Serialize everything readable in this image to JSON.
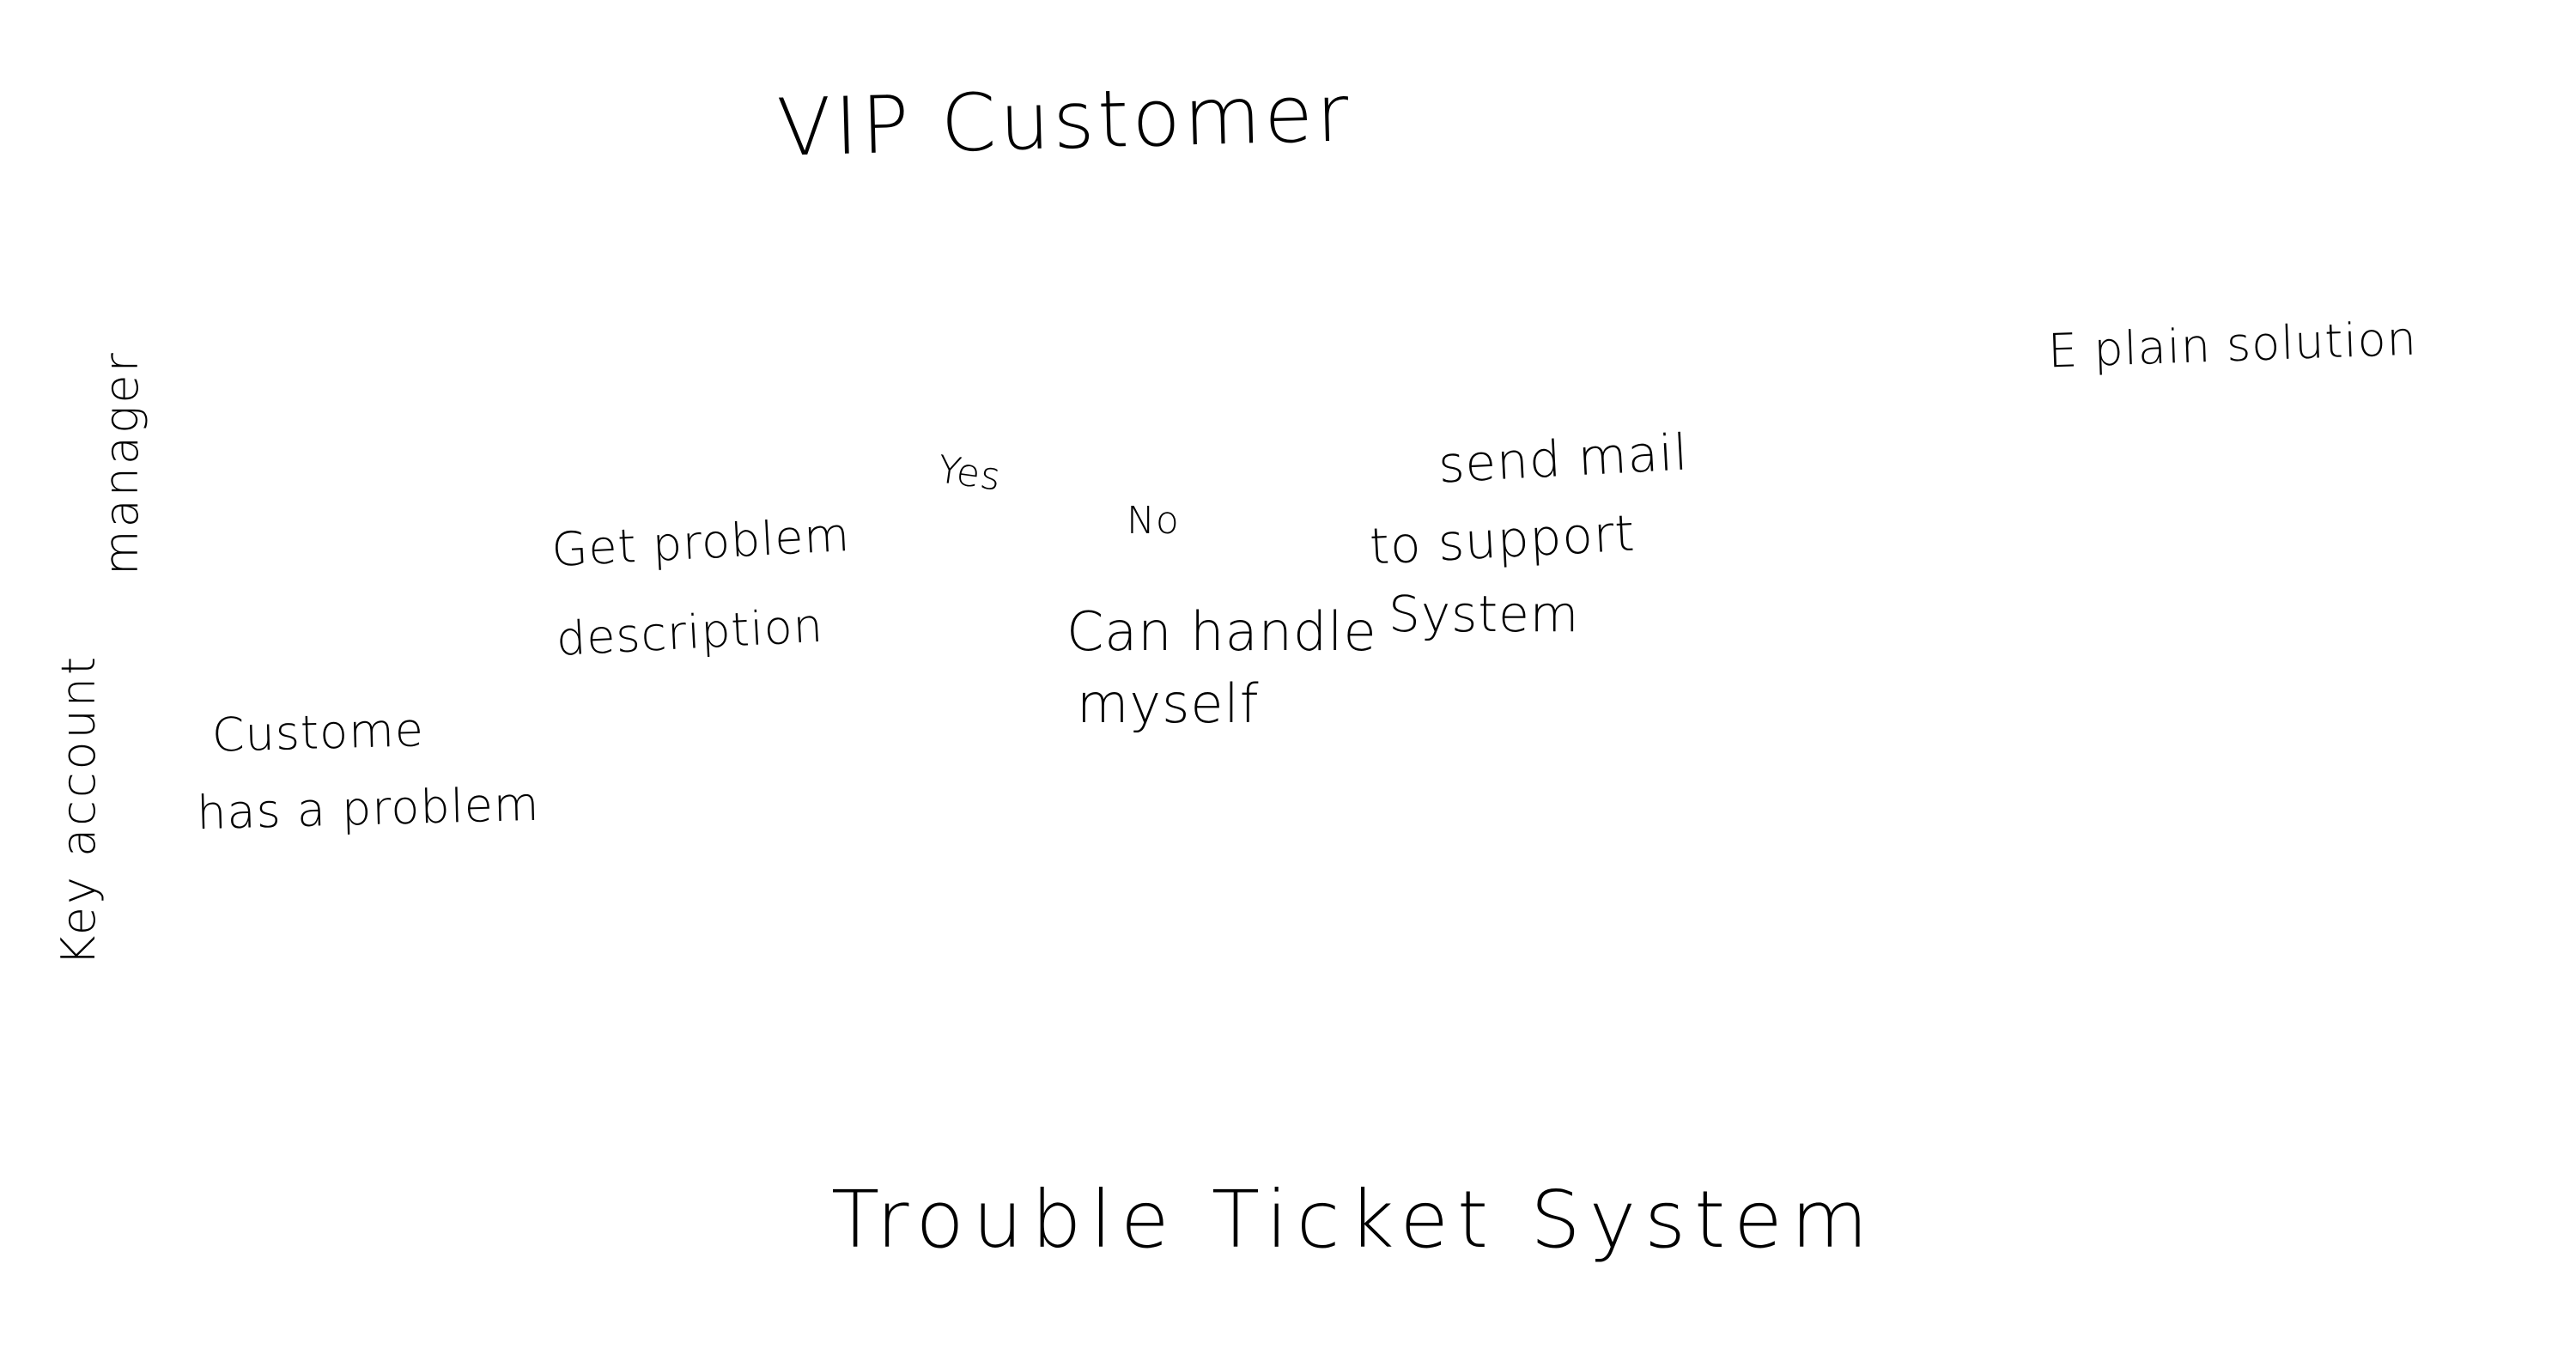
{
  "canvas": {
    "background": "#ffffff",
    "ink_color": "#000000"
  },
  "lane_titles": {
    "top": "VIP Customer",
    "bottom": "Trouble Ticket System",
    "left_part1": "Key account",
    "left_part2": "manager"
  },
  "nodes": {
    "customer_problem": {
      "line1": "Custome",
      "line2": "has a problem"
    },
    "get_problem_description": {
      "line1": "Get problem",
      "line2": "description"
    },
    "can_handle_myself": {
      "line1": "Can handle",
      "line2": "myself"
    },
    "send_mail_support": {
      "line1": "send mail",
      "line2": "to support",
      "line3": "System"
    },
    "explain_solution": {
      "label": "E plain solution"
    }
  },
  "edge_labels": {
    "yes": "Yes",
    "no": "No"
  }
}
